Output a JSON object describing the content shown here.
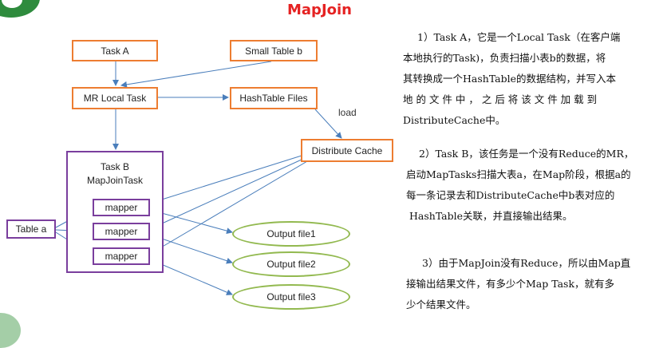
{
  "title": "MapJoin",
  "nodes": {
    "task_a": "Task A",
    "small_table_b": "Small Table b",
    "mr_local_task": "MR Local Task",
    "hashtable_files": "HashTable Files",
    "distribute_cache": "Distribute Cache",
    "task_b_line1": "Task B",
    "task_b_line2": "MapJoinTask",
    "table_a": "Table a",
    "mappers": [
      "mapper",
      "mapper",
      "mapper"
    ],
    "outputs": [
      "Output file1",
      "Output file2",
      "Output file3"
    ]
  },
  "edge_labels": {
    "load": "load"
  },
  "paragraphs": {
    "p1": [
      "1）Task A，它是一个Local Task（在客户端",
      "本地执行的Task)，负责扫描小表b的数据，将",
      "其转换成一个HashTable的数据结构，并写入本",
      "地 的 文 件 中 ， 之 后 将 该 文 件 加 载 到",
      "DistributeCache中。"
    ],
    "p2": [
      "2）Task B，该任务是一个没有Reduce的MR，",
      "启动MapTasks扫描大表a，在Map阶段，根据a的",
      "每一条记录去和DistributeCache中b表对应的",
      "HashTable关联，并直接输出结果。"
    ],
    "p3": [
      "3）由于MapJoin没有Reduce，所以由Map直",
      "接输出结果文件，有多少个Map Task，就有多",
      "少个结果文件。"
    ]
  },
  "colors": {
    "title": "#e52222",
    "orange_box": "#ed7d31",
    "purple_box": "#7a3e9d",
    "green_ellipse": "#92b94f",
    "arrow": "#4a7ebb",
    "logo": "#2e8b3d"
  }
}
